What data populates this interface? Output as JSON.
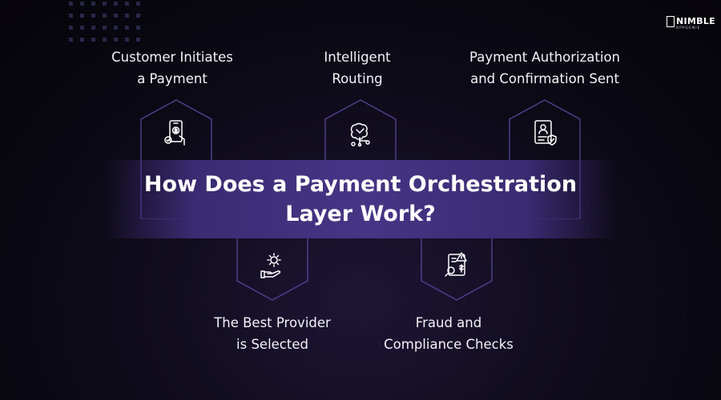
{
  "title": {
    "line1": "How Does a Payment Orchestration",
    "line2": "Layer Work?"
  },
  "logo": {
    "word": "NIMBLE",
    "sub": "APPGENIE"
  },
  "steps": [
    {
      "line1": "Customer Initiates",
      "line2": "a Payment",
      "icon": "phone-payment-icon"
    },
    {
      "line1": "Intelligent",
      "line2": "Routing",
      "icon": "routing-tree-icon"
    },
    {
      "line1": "Payment Authorization",
      "line2": "and Confirmation Sent",
      "icon": "document-shield-icon"
    },
    {
      "line1": "The Best Provider",
      "line2": "is Selected",
      "icon": "hand-gear-icon"
    },
    {
      "line1": "Fraud and",
      "line2": "Compliance Checks",
      "icon": "document-warning-search-icon"
    }
  ],
  "colors": {
    "background": "#0c0a16",
    "banner": "#463585",
    "hex_stroke": "#4b3f8a",
    "text": "#ffffff"
  }
}
